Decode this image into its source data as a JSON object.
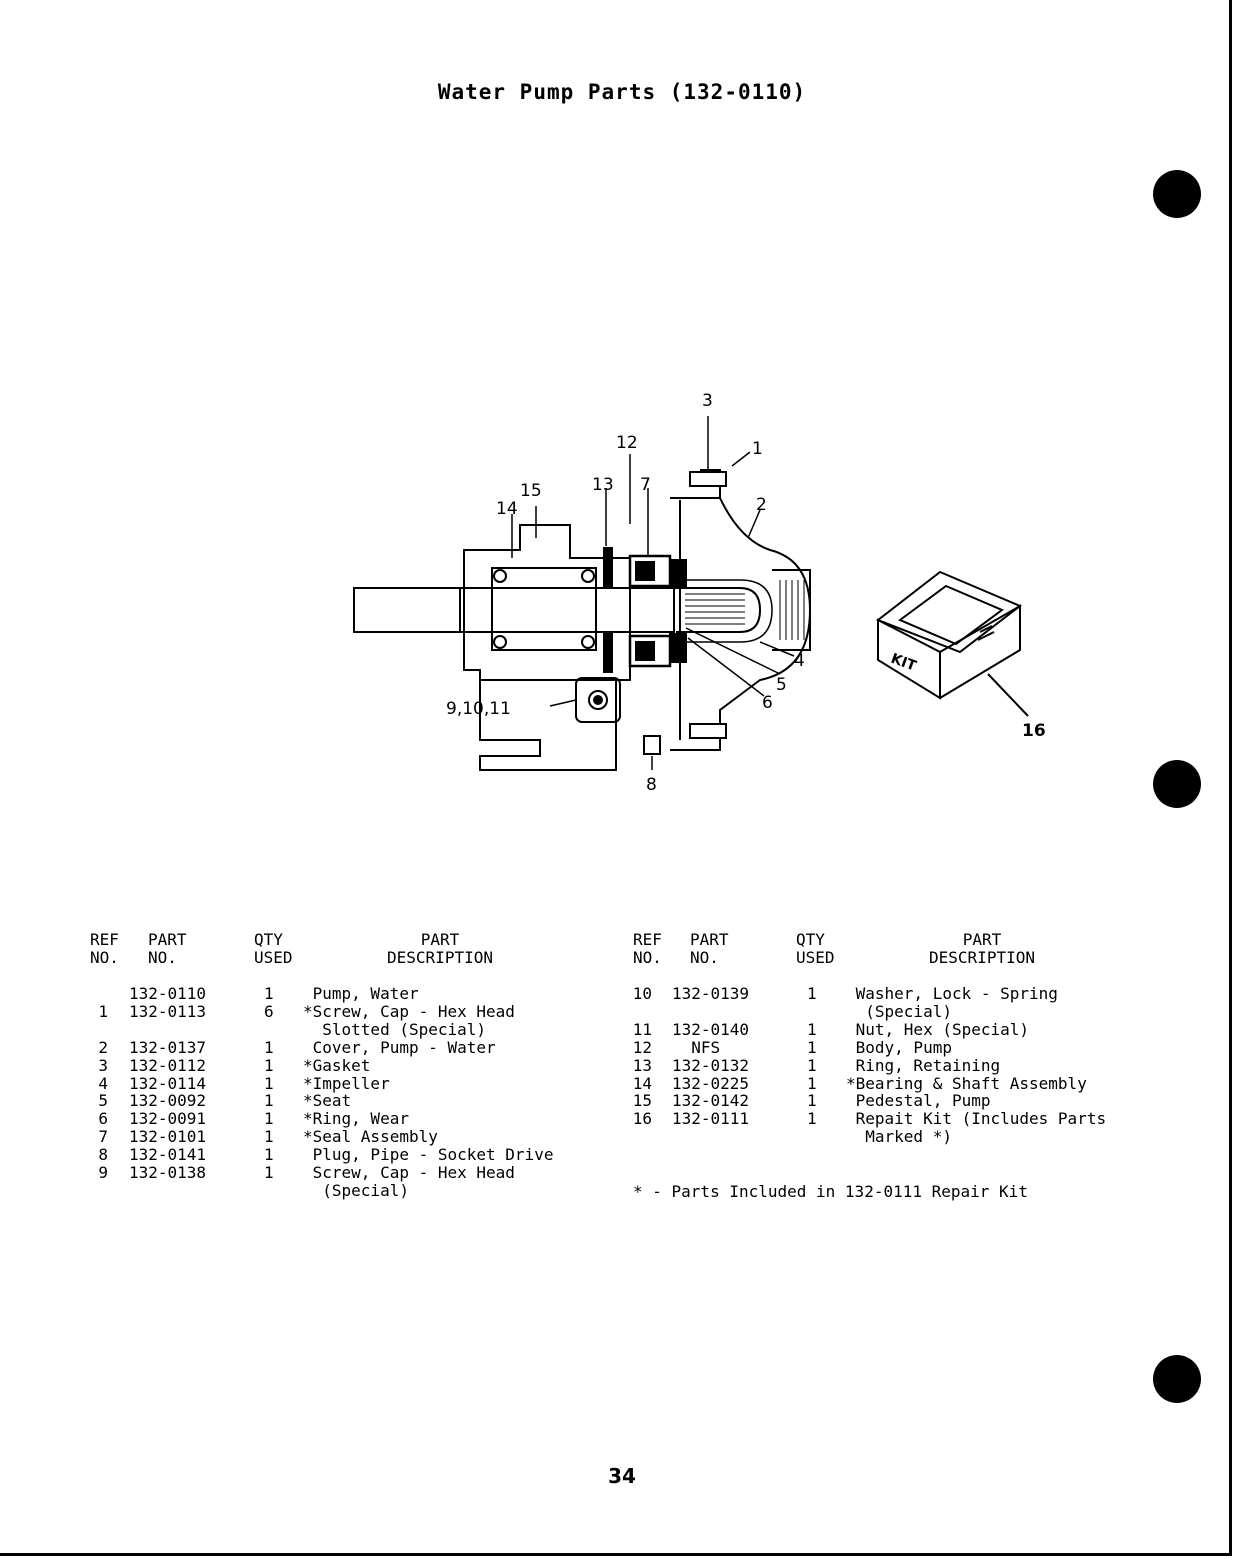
{
  "title": "Water Pump Parts (132-0110)",
  "page_number": "34",
  "footnote": "* - Parts Included in 132-0111 Repair Kit",
  "diagram": {
    "callouts": [
      "1",
      "2",
      "3",
      "4",
      "5",
      "6",
      "7",
      "8",
      "9,10,11",
      "12",
      "13",
      "14",
      "15",
      "16"
    ],
    "kit_label": "KIT"
  },
  "table_headers": {
    "ref": [
      "REF",
      "NO."
    ],
    "part": [
      "PART",
      "NO."
    ],
    "qty": [
      "QTY",
      "USED"
    ],
    "desc": [
      "PART",
      "DESCRIPTION"
    ]
  },
  "left_rows": [
    {
      "ref": "",
      "part": "132-0110",
      "qty": "1",
      "desc": [
        " Pump, Water"
      ]
    },
    {
      "ref": "1",
      "part": "132-0113",
      "qty": "6",
      "desc": [
        "*Screw, Cap - Hex Head",
        "  Slotted (Special)"
      ]
    },
    {
      "ref": "2",
      "part": "132-0137",
      "qty": "1",
      "desc": [
        " Cover, Pump - Water"
      ]
    },
    {
      "ref": "3",
      "part": "132-0112",
      "qty": "1",
      "desc": [
        "*Gasket"
      ]
    },
    {
      "ref": "4",
      "part": "132-0114",
      "qty": "1",
      "desc": [
        "*Impeller"
      ]
    },
    {
      "ref": "5",
      "part": "132-0092",
      "qty": "1",
      "desc": [
        "*Seat"
      ]
    },
    {
      "ref": "6",
      "part": "132-0091",
      "qty": "1",
      "desc": [
        "*Ring, Wear"
      ]
    },
    {
      "ref": "7",
      "part": "132-0101",
      "qty": "1",
      "desc": [
        "*Seal Assembly"
      ]
    },
    {
      "ref": "8",
      "part": "132-0141",
      "qty": "1",
      "desc": [
        " Plug, Pipe - Socket Drive"
      ]
    },
    {
      "ref": "9",
      "part": "132-0138",
      "qty": "1",
      "desc": [
        " Screw, Cap - Hex Head",
        "  (Special)"
      ]
    }
  ],
  "right_rows": [
    {
      "ref": "10",
      "part": "132-0139",
      "qty": "1",
      "desc": [
        " Washer, Lock - Spring",
        "  (Special)"
      ]
    },
    {
      "ref": "11",
      "part": "132-0140",
      "qty": "1",
      "desc": [
        " Nut, Hex (Special)"
      ]
    },
    {
      "ref": "12",
      "part": "  NFS",
      "qty": "1",
      "desc": [
        " Body, Pump"
      ]
    },
    {
      "ref": "13",
      "part": "132-0132",
      "qty": "1",
      "desc": [
        " Ring, Retaining"
      ]
    },
    {
      "ref": "14",
      "part": "132-0225",
      "qty": "1",
      "desc": [
        "*Bearing & Shaft Assembly"
      ]
    },
    {
      "ref": "15",
      "part": "132-0142",
      "qty": "1",
      "desc": [
        " Pedestal, Pump"
      ]
    },
    {
      "ref": "16",
      "part": "132-0111",
      "qty": "1",
      "desc": [
        " Repait Kit (Includes Parts",
        "  Marked *)"
      ]
    }
  ]
}
